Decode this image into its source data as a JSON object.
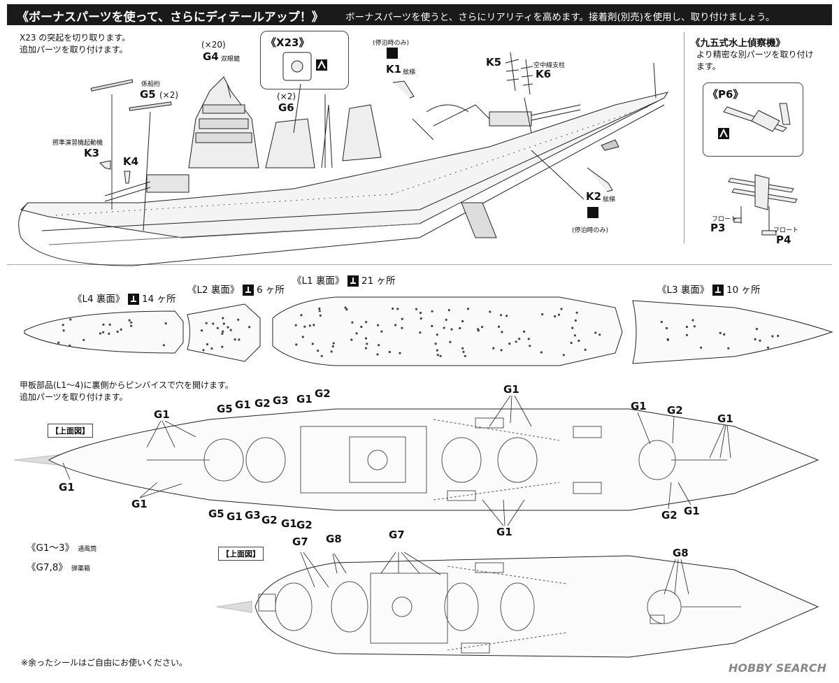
{
  "header": {
    "title": "《ボーナスパーツを使って、さらにディテールアップ！》",
    "subtitle": "ボーナスパーツを使うと、さらにリアリティを高めます。接着剤(別売)を使用し、取り付けましょう。"
  },
  "top_section": {
    "x23_note": [
      "X23 の突起を切り取ります。",
      "追加パーツを取り付けます。"
    ],
    "x23_title": "《X23》",
    "g4_qty": "(×20)",
    "g4": "G4",
    "g4_desc": "双眼鏡",
    "g5_desc": "係船桁",
    "g5": "G5",
    "g5_qty": "(×2)",
    "g6_qty": "(×2)",
    "g6": "G6",
    "k3_desc": "照準演習機起動機",
    "k3": "K3",
    "k4": "K4",
    "k1_cond": "(停泊時のみ)",
    "k1": "K1",
    "k1_desc": "舷梯",
    "k5": "K5",
    "k6": "K6",
    "k6_desc": "空中線支柱",
    "k2": "K2",
    "k2_desc": "舷梯",
    "k2_cond": "(停泊時のみ)"
  },
  "aircraft": {
    "title": "《九五式水上偵察機》",
    "note": [
      "より精密な別パーツを取り付け",
      "ます。"
    ],
    "p6": "《P6》",
    "p3_desc": "フロート",
    "p3": "P3",
    "p4_desc": "フロート",
    "p4": "P4"
  },
  "deck_parts": [
    {
      "name": "《L4 裏面》",
      "count": "14 ヶ所"
    },
    {
      "name": "《L2 裏面》",
      "count": "6 ヶ所"
    },
    {
      "name": "《L1 裏面》",
      "count": "21 ヶ所"
    },
    {
      "name": "《L3 裏面》",
      "count": "10 ヶ所"
    }
  ],
  "deck_note": [
    "甲板部品(L1～4)に裏側からピンバイスで穴を開けます。",
    "追加パーツを取り付けます。"
  ],
  "top_view_label": "【上面図】",
  "top_view_label2": "【上面図】",
  "callouts_top": {
    "g1_a": "G1",
    "g1_b": "G1",
    "g1_c": "G1",
    "g1_d": "G1",
    "g1_e": "G1",
    "g1_f": "G1",
    "g1_g": "G1",
    "g1_h": "G1",
    "g1_i": "G1",
    "g1_j": "G1",
    "g1_k": "G1",
    "g2_a": "G2",
    "g2_b": "G2",
    "g2_c": "G2",
    "g2_d": "G2",
    "g2_e": "G2",
    "g2_f": "G2",
    "g3_a": "G3",
    "g3_b": "G3",
    "g5_a": "G5",
    "g5_b": "G5"
  },
  "callouts_bottom": {
    "g7_a": "G7",
    "g7_b": "G7",
    "g8_a": "G8",
    "g8_b": "G8"
  },
  "legend": {
    "g13": "《G1～3》",
    "g13_desc": "通風筒",
    "g78": "《G7,8》",
    "g78_desc": "弾薬箱"
  },
  "footer_note": "※余ったシールはご自由にお使いください。",
  "watermark": "HOBBY SEARCH"
}
